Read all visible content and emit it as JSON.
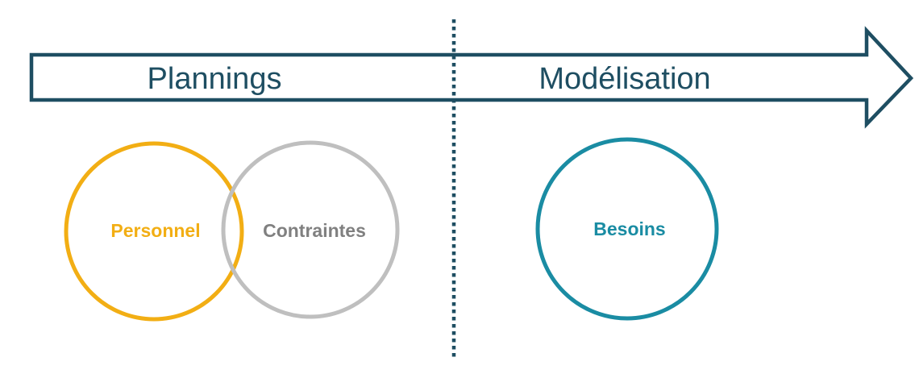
{
  "arrow": {
    "left_label": "Plannings",
    "right_label": "Modélisation",
    "color": "#1e4e62"
  },
  "divider": {
    "color": "#1e4e62",
    "style": "dotted"
  },
  "circles": [
    {
      "label": "Personnel",
      "color": "#f2ae14"
    },
    {
      "label": "Contraintes",
      "color": "#bfbfbf",
      "text_color": "#808080"
    },
    {
      "label": "Besoins",
      "color": "#1a8ca3"
    }
  ]
}
